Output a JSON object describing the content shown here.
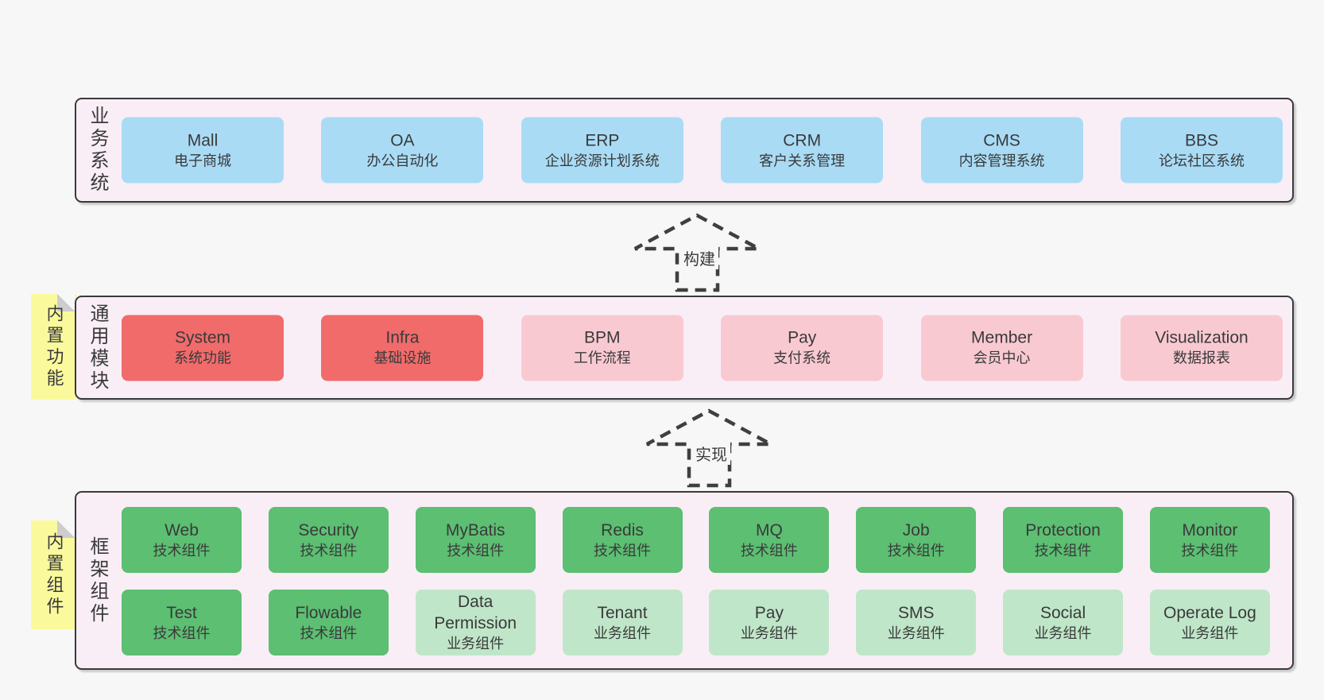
{
  "colors": {
    "page_bg": "#f7f7f7",
    "panel_bg": "#f9eef6",
    "panel_border": "#3a3a3a",
    "box_blue": "#a9dbf5",
    "box_red": "#f16b6b",
    "box_pink": "#f9c9d2",
    "box_green": "#5cbf72",
    "box_green_light": "#bfe6c8",
    "sticky_yellow": "#fafa9d",
    "sticky_fold_gray": "#cdcdcd",
    "text": "#3a3a3a"
  },
  "panels": {
    "business": {
      "label": "业务系统",
      "boxes": [
        {
          "name": "Mall",
          "desc": "电子商城"
        },
        {
          "name": "OA",
          "desc": "办公自动化"
        },
        {
          "name": "ERP",
          "desc": "企业资源计划系统"
        },
        {
          "name": "CRM",
          "desc": "客户关系管理"
        },
        {
          "name": "CMS",
          "desc": "内容管理系统"
        },
        {
          "name": "BBS",
          "desc": "论坛社区系统"
        }
      ]
    },
    "modules": {
      "label": "通用模块",
      "sticky": "内置功能",
      "boxes": [
        {
          "name": "System",
          "desc": "系统功能"
        },
        {
          "name": "Infra",
          "desc": "基础设施"
        },
        {
          "name": "BPM",
          "desc": "工作流程"
        },
        {
          "name": "Pay",
          "desc": "支付系统"
        },
        {
          "name": "Member",
          "desc": "会员中心"
        },
        {
          "name": "Visualization",
          "desc": "数据报表"
        }
      ]
    },
    "components": {
      "label": "框架组件",
      "sticky": "内置组件",
      "row1": [
        {
          "name": "Web",
          "desc": "技术组件"
        },
        {
          "name": "Security",
          "desc": "技术组件"
        },
        {
          "name": "MyBatis",
          "desc": "技术组件"
        },
        {
          "name": "Redis",
          "desc": "技术组件"
        },
        {
          "name": "MQ",
          "desc": "技术组件"
        },
        {
          "name": "Job",
          "desc": "技术组件"
        },
        {
          "name": "Protection",
          "desc": "技术组件"
        },
        {
          "name": "Monitor",
          "desc": "技术组件"
        }
      ],
      "row2": [
        {
          "name": "Test",
          "desc": "技术组件"
        },
        {
          "name": "Flowable",
          "desc": "技术组件"
        },
        {
          "name": "Data Permission",
          "desc": "业务组件"
        },
        {
          "name": "Tenant",
          "desc": "业务组件"
        },
        {
          "name": "Pay",
          "desc": "业务组件"
        },
        {
          "name": "SMS",
          "desc": "业务组件"
        },
        {
          "name": "Social",
          "desc": "业务组件"
        },
        {
          "name": "Operate Log",
          "desc": "业务组件"
        }
      ]
    }
  },
  "arrows": {
    "build": {
      "label": "构建"
    },
    "implement": {
      "label": "实现"
    }
  }
}
